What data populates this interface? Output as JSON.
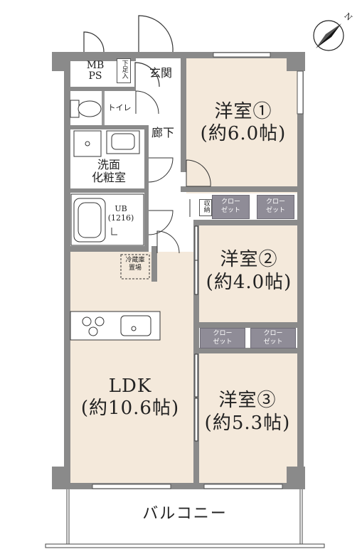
{
  "compass": {
    "north_label": "N"
  },
  "rooms": {
    "room1": {
      "name": "洋室①",
      "size": "(約6.0帖)"
    },
    "room2": {
      "name": "洋室②",
      "size": "(約4.0帖)"
    },
    "room3": {
      "name": "洋室③",
      "size": "(約5.3帖)"
    },
    "ldk": {
      "name": "LDK",
      "size": "(約10.6帖)"
    },
    "entrance": "玄関",
    "shoe_storage": "下足入",
    "mb_ps": "MB\nPS",
    "toilet": "トイレ",
    "hallway": "廊下",
    "washroom": "洗面\n化粧室",
    "unit_bath": "UB\n(1216)",
    "fridge": "冷蔵庫\n置場",
    "storage": "収納",
    "balcony": "バルコニー"
  },
  "closets": {
    "c1": "クロー\nゼット",
    "c2": "クロー\nゼット",
    "c3": "クロー\nゼット",
    "c4": "クロー\nゼット"
  },
  "colors": {
    "wall": "#8a8a8a",
    "room_fill": "#f4e9db",
    "wet_fill": "#ffffff",
    "closet_fill": "#8f8c97"
  }
}
